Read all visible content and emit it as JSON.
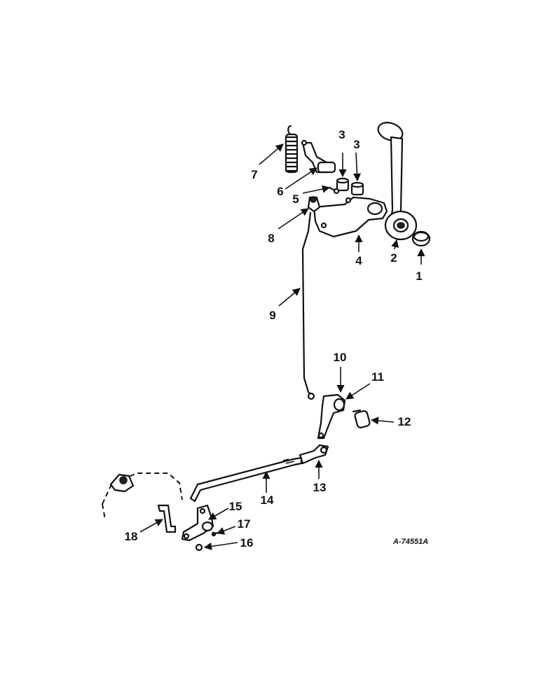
{
  "callouts": [
    {
      "id": "1",
      "text": "1"
    },
    {
      "id": "2",
      "text": "2"
    },
    {
      "id": "3a",
      "text": "3"
    },
    {
      "id": "3b",
      "text": "3"
    },
    {
      "id": "4",
      "text": "4"
    },
    {
      "id": "5",
      "text": "5"
    },
    {
      "id": "6",
      "text": "6"
    },
    {
      "id": "7",
      "text": "7"
    },
    {
      "id": "8",
      "text": "8"
    },
    {
      "id": "9",
      "text": "9"
    },
    {
      "id": "10",
      "text": "10"
    },
    {
      "id": "11",
      "text": "11"
    },
    {
      "id": "12",
      "text": "12"
    },
    {
      "id": "13",
      "text": "13"
    },
    {
      "id": "14",
      "text": "14"
    },
    {
      "id": "15",
      "text": "15"
    },
    {
      "id": "16",
      "text": "16"
    },
    {
      "id": "17",
      "text": "17"
    },
    {
      "id": "18",
      "text": "18"
    }
  ],
  "drawing_number": "A-74551A",
  "colors": {
    "ink": "#111111",
    "paper": "#ffffff"
  }
}
